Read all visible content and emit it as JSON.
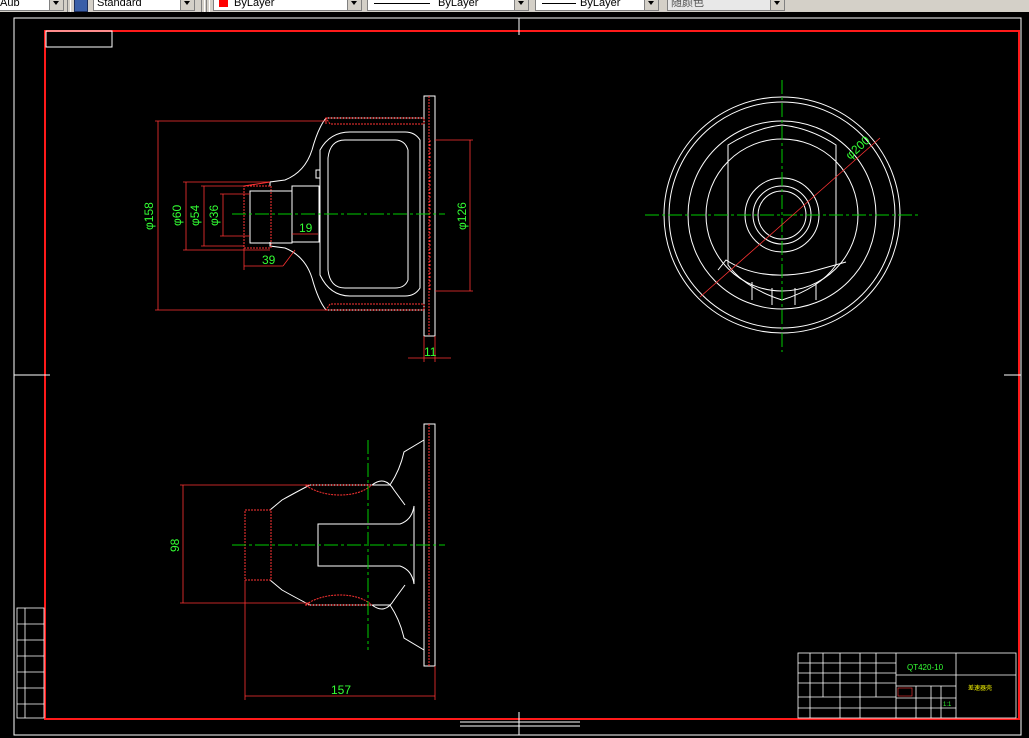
{
  "toolbar": {
    "text_style": "Aub",
    "dim_style": "Standard",
    "layer_color": "ByLayer",
    "linetype": "ByLayer",
    "lineweight": "ByLayer",
    "plot_style": "随颜色"
  },
  "drawing": {
    "dimensions": {
      "d158": "φ158",
      "d60": "φ60",
      "d54": "φ54",
      "d36": "φ36",
      "d126": "φ126",
      "len19": "19",
      "len39": "39",
      "len11": "11",
      "d200": "φ200",
      "len98": "98",
      "len157": "157"
    },
    "title_block": {
      "material": "QT420-10",
      "part_name": "差速器壳",
      "scale": "1:1"
    }
  },
  "colors": {
    "background": "#000000",
    "border": "#ff1a1a",
    "geometry": "#ffffff",
    "dimension": "#ff3333",
    "dim_text": "#33ff33",
    "center_line": "#00cc00",
    "title_text": "#ffff00"
  }
}
